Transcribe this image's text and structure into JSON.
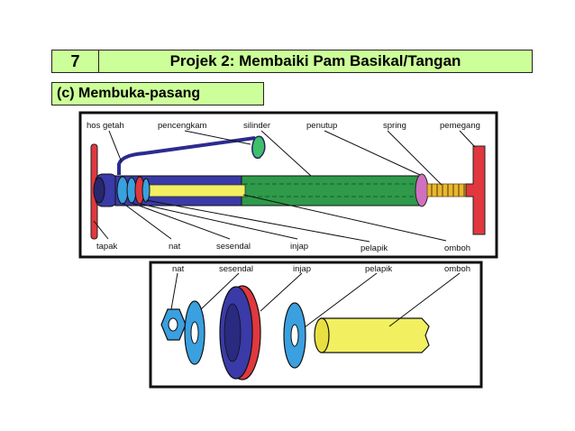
{
  "header": {
    "number": "7",
    "title": "Projek 2: Membaiki Pam Basikal/Tangan"
  },
  "section": {
    "label": "(c) Membuka-pasang"
  },
  "top_diagram": {
    "labels": {
      "hos_getah": "hos getah",
      "pencengkam": "pencengkam",
      "silinder": "silinder",
      "penutup": "penutup",
      "spring": "spring",
      "pemegang": "pemegang",
      "tapak": "tapak",
      "nat": "nat",
      "sesendal": "sesendal",
      "injap": "injap",
      "pelapik": "pelapik",
      "omboh": "omboh"
    }
  },
  "bottom_diagram": {
    "labels": {
      "nat": "nat",
      "sesendal": "sesendal",
      "injap": "injap",
      "pelapik": "pelapik",
      "omboh": "omboh"
    }
  },
  "colors": {
    "header_bg": "#ccff99",
    "cylinder": "#2e9a4a",
    "piston": "#f2f060",
    "handle": "#e0383e",
    "washer": "#3aa0e0",
    "base_cap": "#3a3aa8",
    "spring": "#e8b830",
    "pink_cap": "#d070c0"
  }
}
